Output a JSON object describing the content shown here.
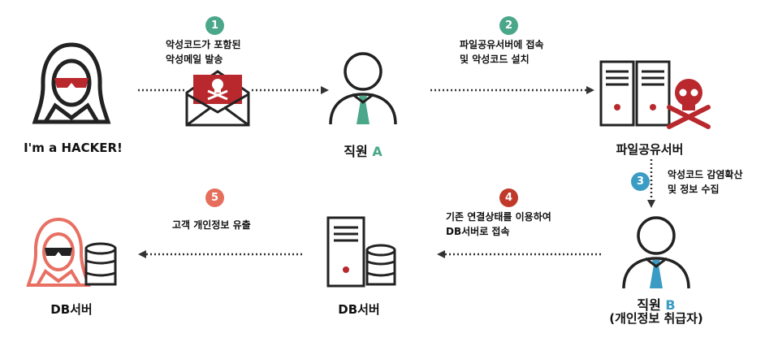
{
  "colors": {
    "step1": "#4aa78a",
    "step2": "#4aa78a",
    "step3": "#3a9cc4",
    "step4": "#c0392b",
    "step5": "#e56e5c",
    "dark": "#222222",
    "danger": "#b8282d",
    "hacker_db": "#e87063",
    "employee_a": "#4aa78a",
    "employee_b": "#3a9cc4"
  },
  "actors": {
    "hacker": {
      "label": "I'm a HACKER!",
      "icon": "hacker-icon"
    },
    "employee_a": {
      "label_prefix": "직원 ",
      "label_letter": "A",
      "icon": "person-icon"
    },
    "file_server": {
      "label": "파일공유서버",
      "icon": "server-skull-icon"
    },
    "employee_b": {
      "label_prefix": "직원 ",
      "label_letter": "B",
      "label_sub": "(개인정보 취급자)",
      "icon": "person-icon"
    },
    "db_server": {
      "label": "DB서버",
      "icon": "server-db-icon"
    },
    "hacker_db": {
      "label": "DB서버",
      "icon": "hacker-db-icon"
    }
  },
  "steps": [
    {
      "number": "1",
      "line1": "악성코드가 포함된",
      "line2": "악성메일 발송"
    },
    {
      "number": "2",
      "line1": "파일공유서버에 접속",
      "line2": "및 악성코드 설치"
    },
    {
      "number": "3",
      "line1": "악성코드 감염확산",
      "line2": "및 정보 수집"
    },
    {
      "number": "4",
      "line1": "기존 연결상태를 이용하여",
      "line2": "DB서버로 접속"
    },
    {
      "number": "5",
      "line1": "고객 개인정보 유출",
      "line2": ""
    }
  ]
}
